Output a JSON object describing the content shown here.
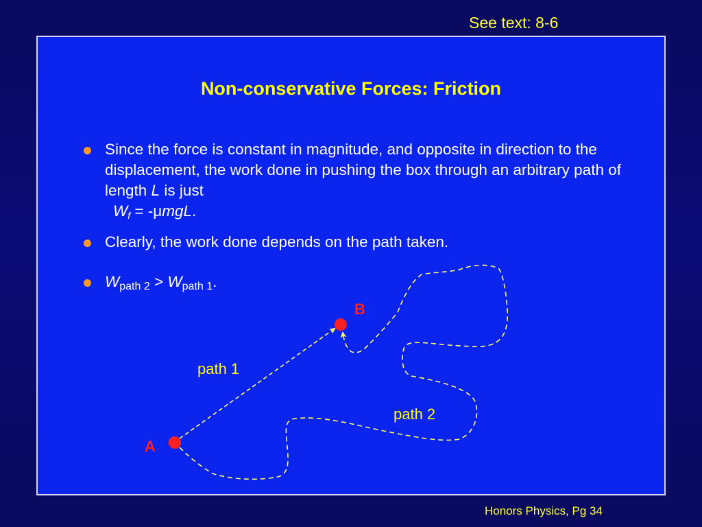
{
  "header": {
    "slide_ref": "See text:  8-6"
  },
  "slide": {
    "title": "Non-conservative Forces: Friction",
    "bullet1": {
      "text": "Since the force is constant in magnitude, and opposite in direction to the displacement, the work done in pushing the box through an arbitrary path of length ",
      "var": "L",
      "tail": " is just",
      "formula": {
        "w": "W",
        "sub": "f",
        "eq": " = -",
        "mu": "μ",
        "mgl": "mgL",
        "end": "."
      }
    },
    "bullet2": {
      "text": "Clearly, the work done depends on the path taken."
    },
    "bullet3": {
      "w1": "W",
      "sub1": "path 2",
      "gt": " > ",
      "w2": "W",
      "sub2": "path 1",
      "end": "."
    }
  },
  "diagram": {
    "point_a": "A",
    "point_b": "B",
    "path1_label": "path 1",
    "path2_label": "path 2",
    "point_color": "#ff2020",
    "path_color": "#ffff66"
  },
  "footer": {
    "text": "Honors Physics, Pg 34"
  }
}
